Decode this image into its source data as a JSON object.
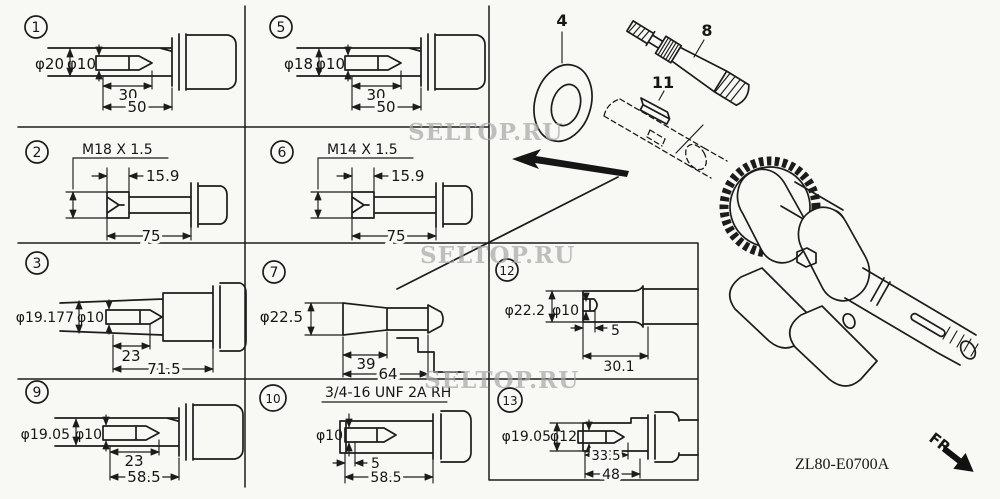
{
  "page": {
    "watermark_text": "SELTOP.RU",
    "footer_code": "ZL80-E0700A",
    "direction_label": "FR.",
    "line_color": "#1c1c1c",
    "background": "#f8f8f5",
    "watermark_color": "#a9a9a9"
  },
  "cells": [
    {
      "num": "1",
      "dia_outer": "φ20",
      "dia_inner": "φ10",
      "len_inner": "30",
      "len_outer": "50"
    },
    {
      "num": "5",
      "dia_outer": "φ18",
      "dia_inner": "φ10",
      "len_inner": "30",
      "len_outer": "50"
    },
    {
      "num": "2",
      "thread": "M18 X 1.5",
      "len_inner": "15.9",
      "len_outer": "75"
    },
    {
      "num": "6",
      "thread": "M14 X 1.5",
      "len_inner": "15.9",
      "len_outer": "75"
    },
    {
      "num": "3",
      "dia_outer": "φ19.177",
      "dia_inner": "φ10",
      "len_inner": "23",
      "len_outer": "71.5"
    },
    {
      "num": "7",
      "dia_outer": "φ22.5",
      "len_inner": "39",
      "len_outer": "64"
    },
    {
      "num": "12",
      "dia_outer": "φ22.2",
      "dia_inner": "φ10",
      "len_inner": "5",
      "len_outer": "30.1"
    },
    {
      "num": "9",
      "dia_outer": "φ19.05",
      "dia_inner": "φ10",
      "len_inner": "23",
      "len_outer": "58.5"
    },
    {
      "num": "10",
      "thread": "3/4-16 UNF 2A RH",
      "dia_inner": "φ10",
      "len_inner": "5",
      "len_outer": "58.5"
    },
    {
      "num": "13",
      "dia_outer": "φ19.05",
      "dia_inner": "φ12",
      "len_inner": "33.5",
      "len_outer": "48"
    }
  ],
  "callouts": {
    "washer_num": "4",
    "shaft_num": "8",
    "key_num": "11"
  }
}
